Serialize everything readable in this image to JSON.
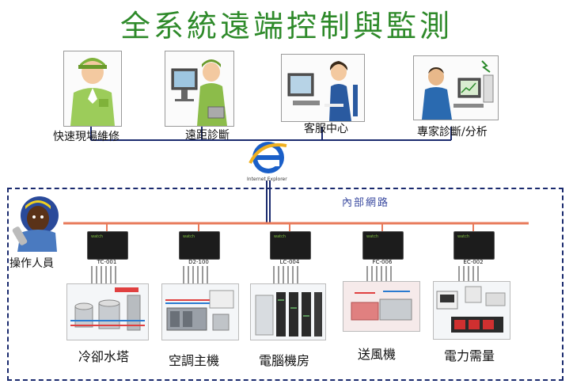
{
  "title": "全系統遠端控制與監測",
  "roles": [
    {
      "label": "快速現場維修",
      "icon": "field-technician-icon"
    },
    {
      "label": "遠距診斷",
      "icon": "remote-diagnosis-icon"
    },
    {
      "label": "客服中心",
      "icon": "customer-service-icon"
    },
    {
      "label": "專家診斷/分析",
      "icon": "expert-analysis-icon"
    }
  ],
  "internet": {
    "icon": "internet-explorer-icon",
    "caption": "Internet Explorer"
  },
  "inner_network_label": "內部網路",
  "operator_label": "操作人員",
  "controllers": [
    {
      "code": "TC-001",
      "brand": "watch"
    },
    {
      "code": "D2-100",
      "brand": "watch"
    },
    {
      "code": "LC-004",
      "brand": "watch"
    },
    {
      "code": "FC-006",
      "brand": "watch"
    },
    {
      "code": "EC-002",
      "brand": "watch"
    }
  ],
  "equipment": [
    {
      "label": "冷卻水塔"
    },
    {
      "label": "空調主機"
    },
    {
      "label": "電腦機房"
    },
    {
      "label": "送風機"
    },
    {
      "label": "電力需量"
    }
  ],
  "colors": {
    "title": "#2e8a2a",
    "network_line": "#1a2a6e",
    "bus_line": "#e87a5a",
    "dashed_border": "#1a2a6e"
  }
}
